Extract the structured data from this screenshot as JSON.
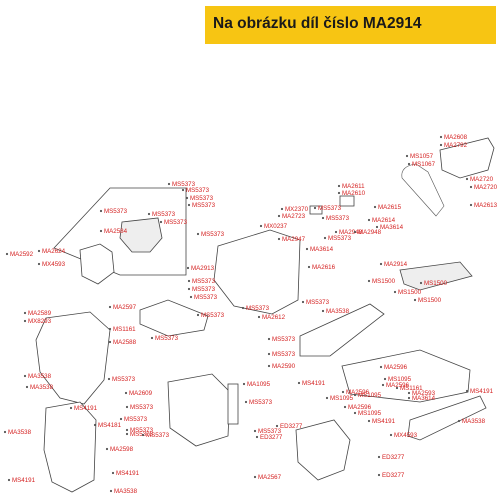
{
  "header": {
    "title": "Na obrázku díl číslo MA2914"
  },
  "colors": {
    "banner": "#f7c513",
    "label": "#d42020",
    "line": "#555555"
  },
  "labels": [
    "MS5373",
    "MS5373",
    "MS5373",
    "MS5373",
    "MS5373",
    "MS5373",
    "MS5373",
    "MA2592",
    "MA2624",
    "MX4593",
    "MA2584",
    "MS5373",
    "MA2913",
    "MS5373",
    "MS5373",
    "MS5373",
    "MS5373",
    "MA2597",
    "MS5373",
    "MS1161",
    "MA2588",
    "MA2612",
    "MS5373",
    "MA2589",
    "MX8293",
    "MA3538",
    "MA3538",
    "MS5373",
    "MA2609",
    "MS5373",
    "MS5373",
    "MS5373",
    "MS5373",
    "MS5373",
    "MS5373",
    "MA1095",
    "MS5373",
    "MS4191",
    "MS4181",
    "MA3538",
    "MS4191",
    "MA2598",
    "MS4191",
    "MA3538",
    "MX2370",
    "MA2723",
    "MX0237",
    "MA2947",
    "MA3614",
    "MA2616",
    "MS5373",
    "MS5373",
    "MA2948",
    "MS5373",
    "MA2948",
    "MA2611",
    "MA2610",
    "MA2615",
    "MA2614",
    "MA3614",
    "MA2608",
    "MA2792",
    "MS1057",
    "MS1067",
    "MA2720",
    "MA2720",
    "MA2613",
    "MA2914",
    "MS1500",
    "MS1500",
    "MS1500",
    "MS1500",
    "MS5373",
    "MS5373",
    "MA3538",
    "MS5373",
    "MA2590",
    "MA2596",
    "MS1095",
    "MS1161",
    "MA3614",
    "MA2596",
    "MA2593",
    "MS1095",
    "MS4191",
    "MA2596",
    "MS1095",
    "MA2596",
    "MS1095",
    "ED3277",
    "ED3277",
    "ED3277",
    "ED3277",
    "MA2567",
    "MS4191",
    "MS4191",
    "MX4593",
    "MA3538"
  ]
}
